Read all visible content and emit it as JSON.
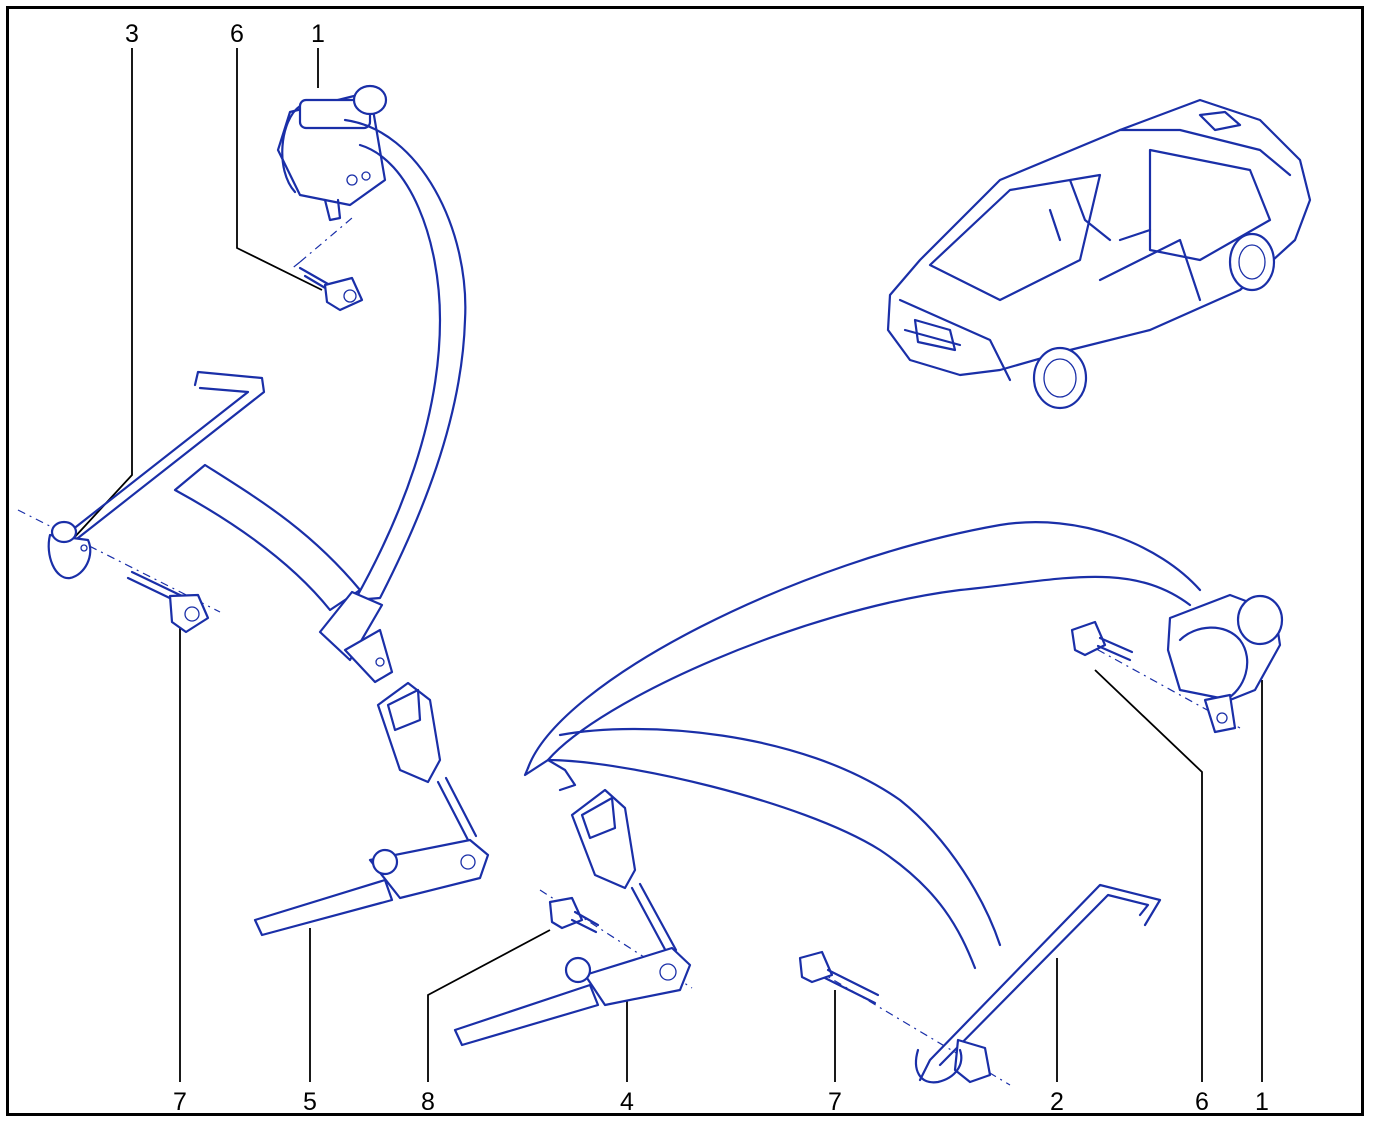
{
  "diagram": {
    "line_color": "#1a2fa8",
    "callouts_top": [
      {
        "id": "top-3",
        "text": "3"
      },
      {
        "id": "top-6",
        "text": "6"
      },
      {
        "id": "top-1",
        "text": "1"
      }
    ],
    "callouts_bottom": [
      {
        "id": "bot-7a",
        "text": "7"
      },
      {
        "id": "bot-5",
        "text": "5"
      },
      {
        "id": "bot-8",
        "text": "8"
      },
      {
        "id": "bot-4",
        "text": "4"
      },
      {
        "id": "bot-7b",
        "text": "7"
      },
      {
        "id": "bot-2",
        "text": "2"
      },
      {
        "id": "bot-6",
        "text": "6"
      },
      {
        "id": "bot-1",
        "text": "1"
      }
    ]
  }
}
